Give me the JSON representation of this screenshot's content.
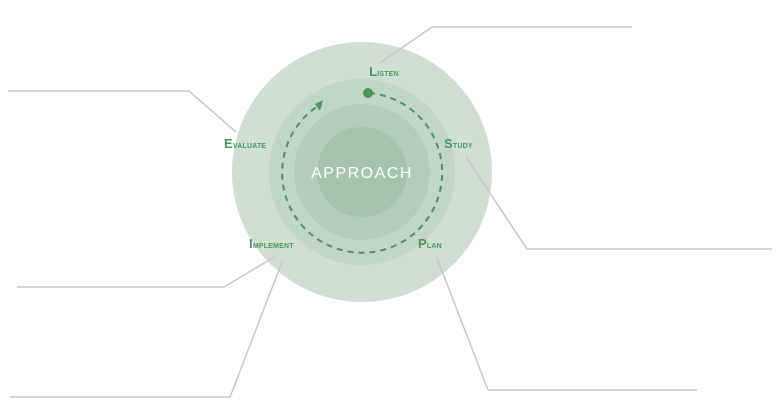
{
  "center": {
    "label": "APPROACH"
  },
  "stages": [
    {
      "id": "listen",
      "label": "Listen"
    },
    {
      "id": "study",
      "label": "Study"
    },
    {
      "id": "plan",
      "label": "Plan"
    },
    {
      "id": "implement",
      "label": "Implement"
    },
    {
      "id": "evaluate",
      "label": "Evaluate"
    }
  ],
  "colors": {
    "outer_ring": "#cfdfd2",
    "middle_ring": "#c2d6c7",
    "inner_ring": "#b4cdb9",
    "core": "#a5c4ab",
    "accent": "#4e9461",
    "leader_line": "#c8c8c8",
    "center_text": "#ffffff"
  }
}
